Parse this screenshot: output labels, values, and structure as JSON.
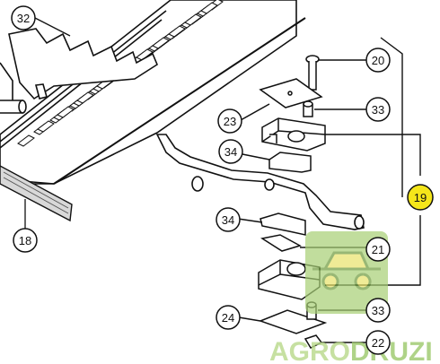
{
  "diagram": {
    "callouts": [
      {
        "id": "32",
        "label": "32"
      },
      {
        "id": "20",
        "label": "20"
      },
      {
        "id": "23",
        "label": "23"
      },
      {
        "id": "33a",
        "label": "33"
      },
      {
        "id": "34a",
        "label": "34"
      },
      {
        "id": "19",
        "label": "19",
        "highlighted": true
      },
      {
        "id": "34b",
        "label": "34"
      },
      {
        "id": "21",
        "label": "21"
      },
      {
        "id": "18",
        "label": "18"
      },
      {
        "id": "24",
        "label": "24"
      },
      {
        "id": "33b",
        "label": "33"
      },
      {
        "id": "22",
        "label": "22"
      }
    ],
    "highlight_color": "#f5e61a"
  },
  "watermark": {
    "text_part1": "AGRO",
    "text_part2": "DRUZI",
    "color_light": "#b8d98a",
    "color_dark": "#9cc96b"
  }
}
